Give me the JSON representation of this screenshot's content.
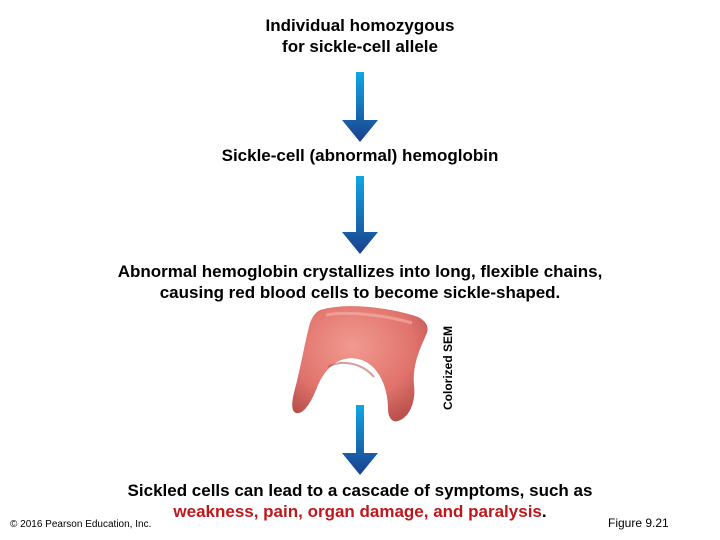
{
  "steps": {
    "genotype": {
      "line1": "Individual homozygous",
      "line2": "for sickle-cell allele"
    },
    "protein": {
      "line1": "Sickle-cell (abnormal) hemoglobin"
    },
    "cell_effect": {
      "line1": "Abnormal hemoglobin crystallizes into long, flexible chains,",
      "line2": "causing red blood cells to become sickle-shaped."
    },
    "symptoms": {
      "line1": "Sickled cells can lead to a cascade of symptoms, such as",
      "line2_highlight": "weakness, pain, organ damage, and paralysis",
      "line2_end": "."
    }
  },
  "image": {
    "label": "Colorized SEM",
    "subject": "sickled red blood cell"
  },
  "footer": {
    "copyright": "© 2016 Pearson Education, Inc.",
    "figure": "Figure 9.21"
  },
  "colors": {
    "arrow_top": "#0fa8e6",
    "arrow_bottom": "#1b3f8c",
    "highlight_text": "#c0171c",
    "cell_fill": "#e0736c",
    "cell_shadow": "#b24a46"
  },
  "icons": {
    "flow_arrow": "down-arrow-icon"
  }
}
